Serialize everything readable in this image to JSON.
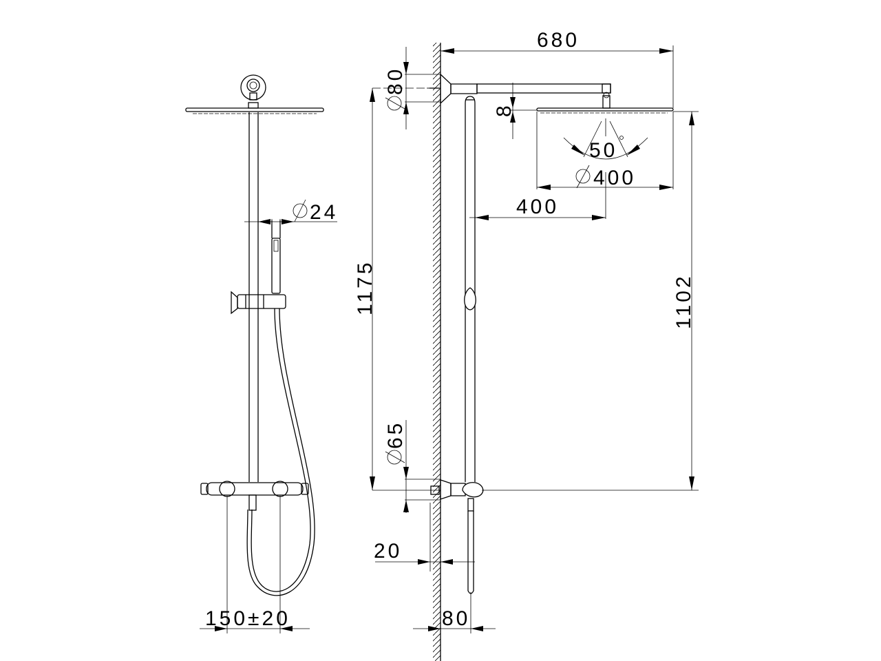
{
  "drawing": {
    "front_view": {
      "hand_shower_diameter": "24",
      "mixer_spacing": "150±20"
    },
    "side_view": {
      "arm_projection": "680",
      "wall_flange_diameter": "80",
      "head_thickness": "8",
      "spray_angle": "50",
      "head_diameter": "400",
      "head_center_offset": "400",
      "overall_height": "1175",
      "head_height": "1102",
      "lower_flange_diameter": "65",
      "wall_gap": "20",
      "bar_offset": "80"
    },
    "colors": {
      "line": "#000000",
      "background": "#ffffff"
    }
  }
}
